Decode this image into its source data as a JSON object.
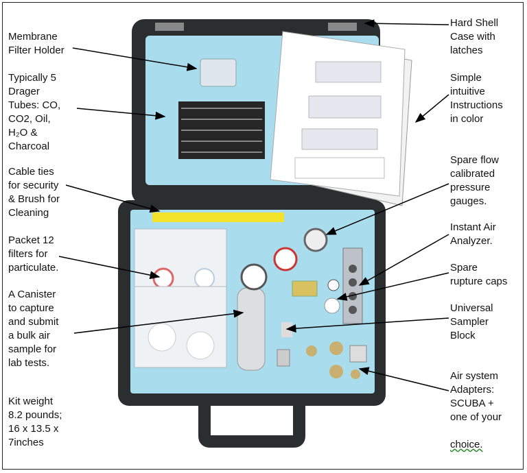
{
  "callouts": {
    "membrane_filter_holder": "Membrane\nFilter Holder",
    "drager_tubes": "Typically 5\nDrager\nTubes:  CO,\nCO2, Oil,\nH₂O &\nCharcoal",
    "cable_ties": "Cable ties\nfor security\n& Brush for\nCleaning",
    "filters_packet": "Packet 12\nfilters for\nparticulate.",
    "canister": "A Canister\nto capture\nand submit\na bulk air\nsample for\nlab tests.",
    "kit_weight": "Kit weight\n8.2 pounds;\n16 x 13.5 x\n7inches",
    "hard_shell_case": "Hard Shell\nCase with\nlatches",
    "instructions": "Simple\nintuitive\nInstructions\nin color",
    "spare_gauges": "Spare flow\ncalibrated\npressure\ngauges.",
    "air_analyzer": "Instant Air\nAnalyzer.",
    "rupture_caps": "Spare\nrupture caps",
    "sampler_block": "Universal\nSampler\nBlock",
    "adapters_main": "Air system\nAdapters:\nSCUBA +\none of your",
    "adapters_last": "choice."
  },
  "colors": {
    "case": "#2b2e2f",
    "foam": "#a9dcec",
    "arrow": "#000000"
  }
}
